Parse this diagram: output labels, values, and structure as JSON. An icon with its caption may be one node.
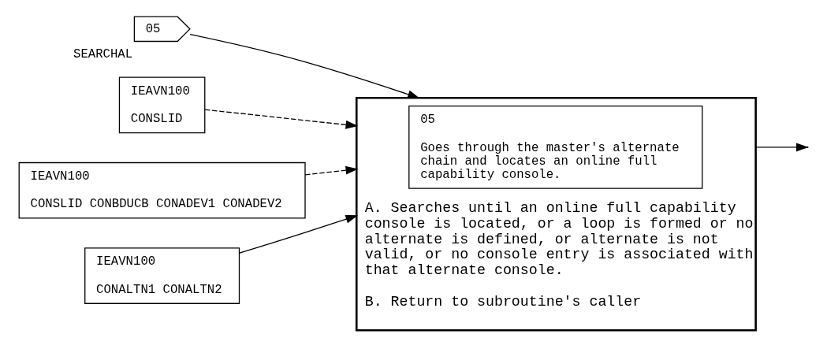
{
  "diagram": {
    "nodes": [
      {
        "text": [
          "05"
        ],
        "beside": [
          "SEARCHAL"
        ]
      },
      {
        "text": [
          "IEAVN100",
          "CONSLID"
        ]
      },
      {
        "text": [
          "IEAVN100",
          "CONSLID CONBDUCB CONADEV1 CONADEV2"
        ]
      },
      {
        "text": [
          "IEAVN100",
          "CONALTN1 CONALTN2"
        ]
      },
      {
        "text": [
          "A. Searches until an online full capability console is located, or a loop is formed or no alternate is defined, or alternate is not valid, or no console entry is associated with that alternate console.",
          "B. Return to subroutine's caller"
        ]
      },
      {
        "text": [
          "05",
          "Goes through the master's alternate chain and locates an online full capability console."
        ],
        "in": 4
      }
    ],
    "edges": [
      {
        "from": 0,
        "to": 4,
        "arrow": "to"
      },
      {
        "from": 1,
        "to": 4,
        "arrow": "to",
        "style": "dashed"
      },
      {
        "from": 2,
        "to": 4,
        "arrow": "to",
        "style": "dashed"
      },
      {
        "from": 3,
        "to": 4,
        "arrow": "to"
      },
      {
        "from": 4,
        "to": null,
        "arrow": "to"
      }
    ]
  }
}
